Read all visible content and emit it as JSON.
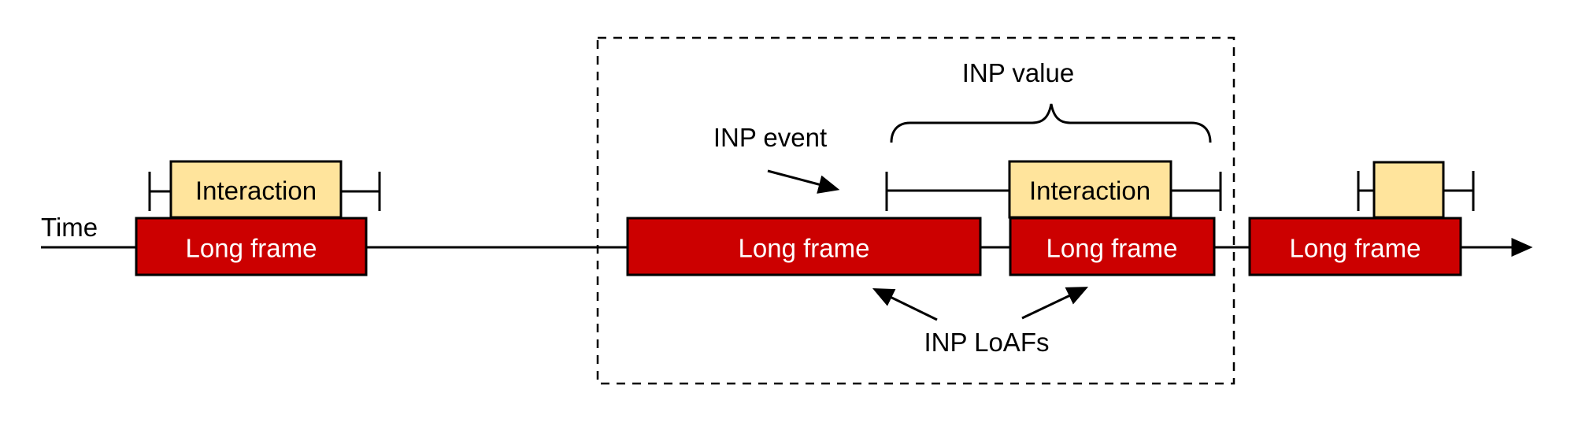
{
  "diagram": {
    "timeline": {
      "label": "Time"
    },
    "annotations": {
      "inp_event": "INP event",
      "inp_value": "INP value",
      "inp_loafs": "INP LoAFs"
    },
    "long_frames": [
      {
        "label": "Long frame"
      },
      {
        "label": "Long frame"
      },
      {
        "label": "Long frame"
      },
      {
        "label": "Long frame"
      }
    ],
    "interactions": [
      {
        "label": "Interaction"
      },
      {
        "label": "Interaction"
      },
      {
        "label": ""
      }
    ],
    "colors": {
      "long_frame_fill": "#cc0000",
      "long_frame_text": "#ffffff",
      "interaction_fill": "#ffe49c",
      "interaction_text": "#000000",
      "stroke": "#000000",
      "background": "#ffffff"
    }
  }
}
